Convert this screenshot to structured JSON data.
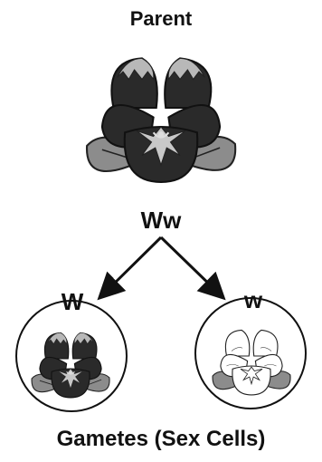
{
  "parent": {
    "title": "Parent",
    "genotype": "Ww"
  },
  "gametes": [
    {
      "allele": "W"
    },
    {
      "allele": "w"
    }
  ],
  "caption": "Gametes (Sex Cells)",
  "colors": {
    "dark_petal": "#2a2a2a",
    "petal_edge": "#b8b8b8",
    "leaf": "#8c8c8c",
    "white_petal": "#ffffff",
    "line": "#111111"
  }
}
